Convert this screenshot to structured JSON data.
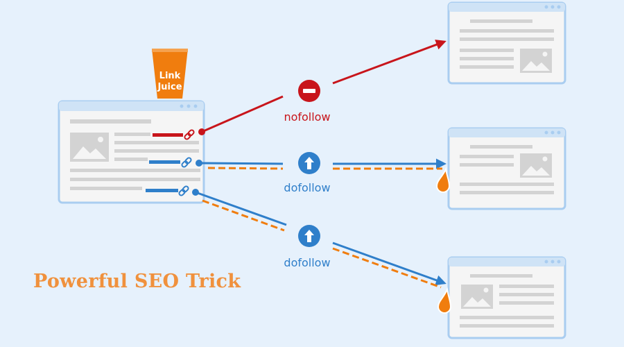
{
  "juice_cup": {
    "line1": "Link",
    "line2": "Juice"
  },
  "links": [
    {
      "id": "nofollow",
      "label": "nofollow",
      "color": "#c8151b",
      "passes_juice": false,
      "icon": "minus-circle-icon"
    },
    {
      "id": "dofollow-1",
      "label": "dofollow",
      "color": "#2f7fca",
      "passes_juice": true,
      "icon": "arrow-up-circle-icon"
    },
    {
      "id": "dofollow-2",
      "label": "dofollow",
      "color": "#2f7fca",
      "passes_juice": true,
      "icon": "arrow-up-circle-icon"
    }
  ],
  "headline": "Powerful SEO Trick",
  "colors": {
    "background": "#e6f1fc",
    "window_frame": "#a9cdf0",
    "window_fill": "#f5f5f5",
    "placeholder": "#d3d3d3",
    "juice": "#f07d0e",
    "nofollow": "#c8151b",
    "dofollow": "#2f7fca"
  }
}
